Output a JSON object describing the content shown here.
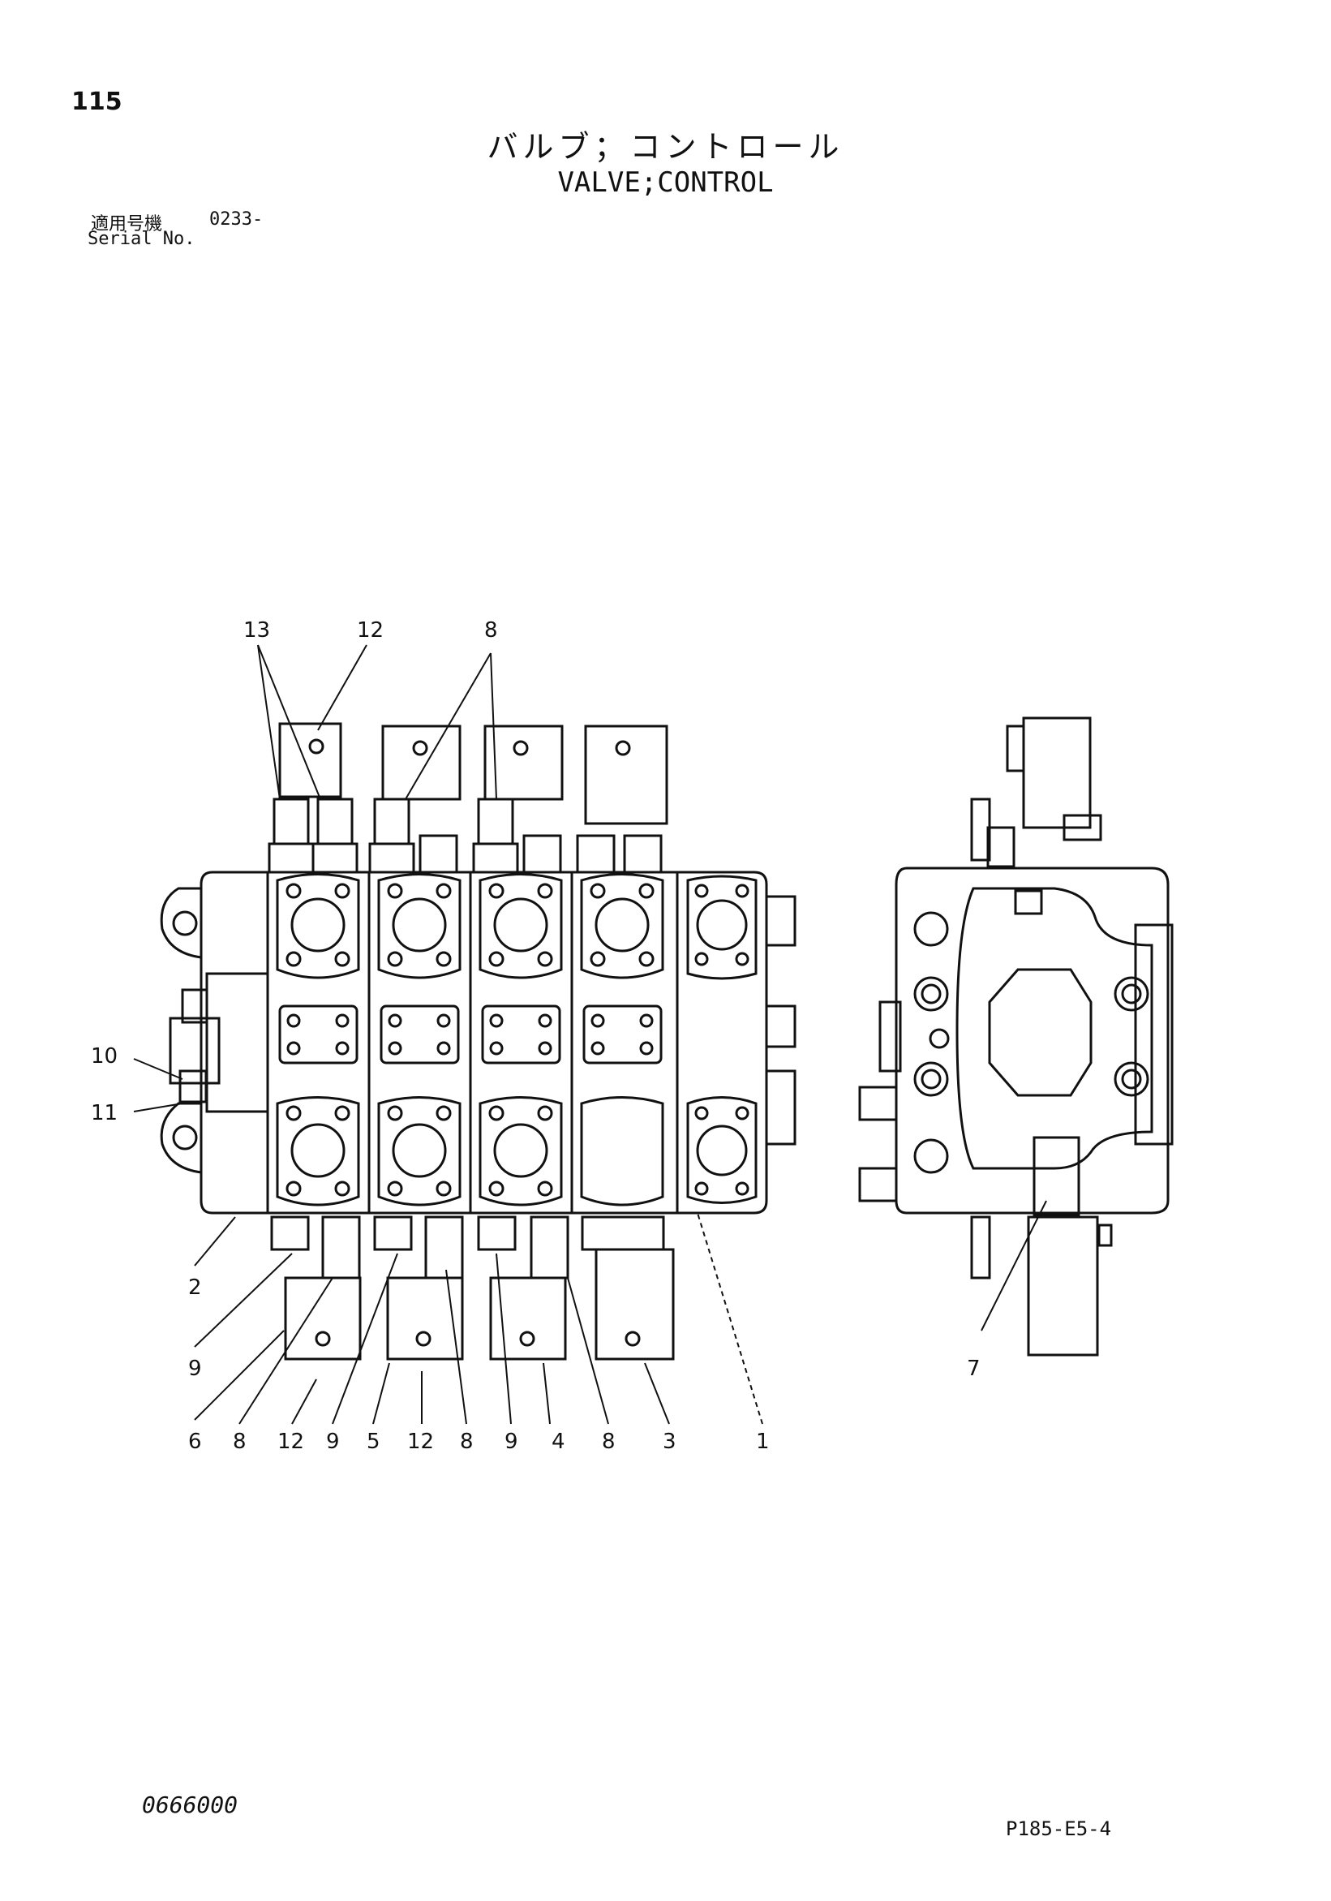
{
  "header": {
    "page_number": "115",
    "title_jp": "バルブ；コントロール",
    "title_en": "VALVE;CONTROL",
    "serial_label_jp": "適用号機",
    "serial_range": "0233-",
    "serial_label_en": "Serial No."
  },
  "diagram": {
    "callouts_top": [
      "13",
      "12",
      "8"
    ],
    "callouts_left": [
      "10",
      "11",
      "2",
      "9"
    ],
    "callouts_bottom": [
      "6",
      "8",
      "12",
      "9",
      "5",
      "12",
      "8",
      "9",
      "4",
      "8",
      "3",
      "1"
    ],
    "callout_side_view": "7"
  },
  "footer": {
    "doc_code": "0666000",
    "page_ref": "P185-E5-4"
  }
}
